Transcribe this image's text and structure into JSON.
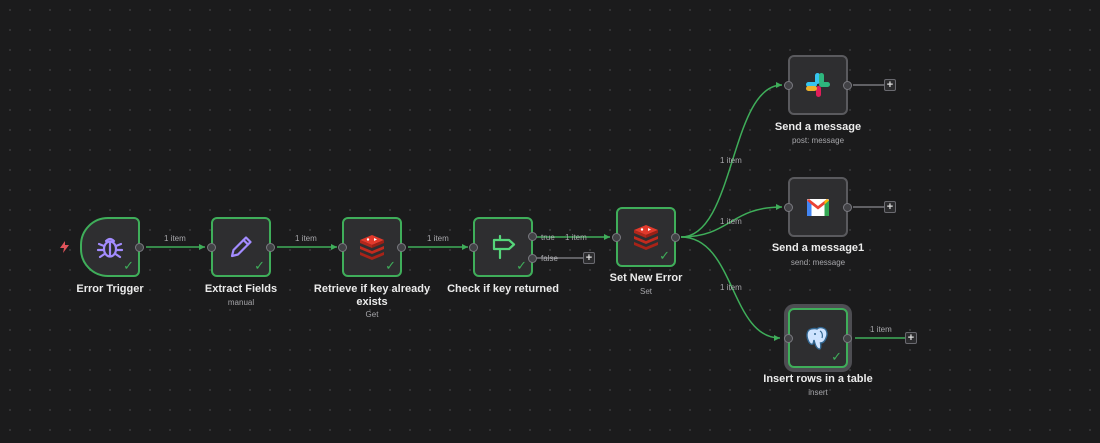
{
  "nodes": {
    "error_trigger": {
      "title": "Error Trigger",
      "subtitle": "",
      "icon": "bug-icon"
    },
    "extract_fields": {
      "title": "Extract Fields",
      "subtitle": "manual",
      "icon": "pencil-icon"
    },
    "retrieve": {
      "title": "Retrieve if key already exists",
      "subtitle": "Get",
      "icon": "redis-icon"
    },
    "check_key": {
      "title": "Check if key returned",
      "subtitle": "",
      "icon": "signpost-icon"
    },
    "set_new_error": {
      "title": "Set New Error",
      "subtitle": "Set",
      "icon": "redis-icon"
    },
    "send_message": {
      "title": "Send a message",
      "subtitle": "post: message",
      "icon": "slack-icon"
    },
    "send_message1": {
      "title": "Send a message1",
      "subtitle": "send: message",
      "icon": "gmail-icon"
    },
    "insert_rows": {
      "title": "Insert rows in a table",
      "subtitle": "insert",
      "icon": "postgres-icon"
    }
  },
  "edges": {
    "e1": "1 item",
    "e2": "1 item",
    "e3": "1 item",
    "e4": "1 item",
    "e5": "1 item",
    "e6": "1 item",
    "e7": "1 item",
    "e8": "1 item"
  },
  "branches": {
    "true_label": "true",
    "false_label": "false"
  },
  "add_button": "+",
  "colors": {
    "background": "#1b1b1c",
    "node_fill": "#2e2e30",
    "success": "#3fae5a",
    "connection": "#3fae5a",
    "idle_connection": "#8a8a8e",
    "trigger_bolt": "#e0535a"
  }
}
